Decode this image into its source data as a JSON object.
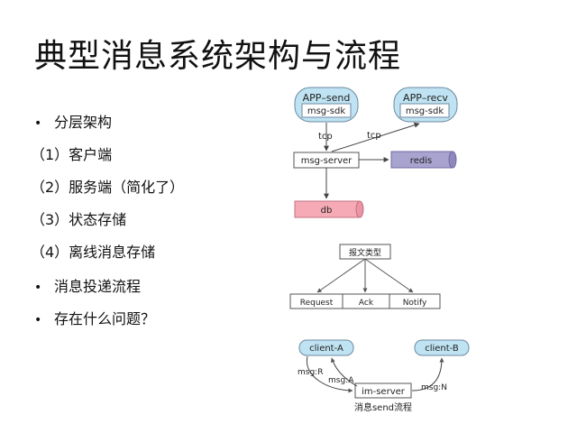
{
  "slide": {
    "title": "典型消息系统架构与流程",
    "bullets": [
      {
        "marker": "•",
        "text": "分层架构"
      },
      {
        "marker": "",
        "text": "（1）客户端"
      },
      {
        "marker": "",
        "text": "（2）服务端（简化了）"
      },
      {
        "marker": "",
        "text": "（3）状态存储"
      },
      {
        "marker": "",
        "text": "（4）离线消息存储"
      },
      {
        "marker": "•",
        "text": "消息投递流程"
      },
      {
        "marker": "•",
        "text": "存在什么问题？"
      }
    ]
  },
  "architecture_diagram": {
    "app_send": {
      "title": "APP–send",
      "inner": "msg-sdk"
    },
    "app_recv": {
      "title": "APP–recv",
      "inner": "msg-sdk"
    },
    "edge_send": "tcp",
    "edge_recv": "tcp",
    "server": "msg-server",
    "cache": "redis",
    "db": "db",
    "colors": {
      "app": "#bfe3f2",
      "cache": "#a9a3cf",
      "db": "#f6aab6",
      "box_border": "#6b8aa0"
    }
  },
  "message_type_tree": {
    "root": "报文类型",
    "children": [
      "Request",
      "Ack",
      "Notify"
    ]
  },
  "send_flow_diagram": {
    "client_a": "client-A",
    "client_b": "client-B",
    "server": "im-server",
    "label_r": "msg:R",
    "label_a": "msg:A",
    "label_n": "msg:N",
    "caption": "消息send流程"
  }
}
